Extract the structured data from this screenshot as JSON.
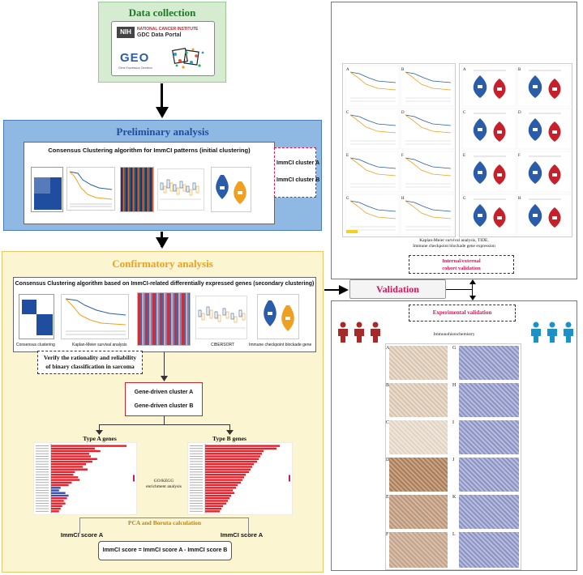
{
  "data_collection": {
    "title": "Data collection",
    "nih_badge": "NIH",
    "nci_line1": "NATIONAL CANCER INSTITUTE",
    "nci_line2": "GDC Data Portal",
    "geo_logo": "GEO",
    "geo_sub": "Gene Expression Omnibus"
  },
  "preliminary": {
    "title": "Preliminary analysis",
    "subtitle": "Consensus Clustering algorithm for ImmCI patterns (initial clustering)",
    "cluster_a": "ImmCI cluster A",
    "cluster_b": "ImmCI cluster B"
  },
  "confirmatory": {
    "title": "Confirmatory analysis",
    "subtitle": "Consensus Clustering algorithm based on ImmCI-related differentially expressed genes (secondary clustering)",
    "captions": [
      "Consensus clustering",
      "Kaplan-Meier survival analysis",
      "CIBERSORT",
      "Immune checkpoint blockade gene"
    ],
    "verify_line1": "Verify the rationality and reliability",
    "verify_line2": "of binary classification in sarcoma",
    "gene_a": "Gene-driven cluster A",
    "gene_b": "Gene-driven cluster B",
    "type_a": "Type A genes",
    "type_b": "Type B genes",
    "go_line1": "GO/KEGG",
    "go_line2": "enrichment analysis",
    "pca": "PCA and Boruta calculation",
    "score_a": "ImmCI score A",
    "score_b": "ImmCI score A",
    "formula": "ImmCI score = ImmCI score A - ImmCI score B"
  },
  "validation": {
    "label": "Validation",
    "km_caption_line1": "Kaplan-Meier survival analysis, TIDE,",
    "km_caption_line2": "Immune checkpoint blockade gene expression",
    "cohort_line1": "Internal/external",
    "cohort_line2": "cohort validation",
    "experimental": "Experimental validation",
    "ihc": "Immunohistochemistry",
    "ihc_left": [
      "A",
      "B",
      "C",
      "D",
      "E",
      "F"
    ],
    "ihc_right": [
      "G",
      "H",
      "I",
      "J",
      "K",
      "L"
    ],
    "km_panels": [
      "A",
      "B",
      "C",
      "D",
      "E",
      "F",
      "G",
      "H"
    ],
    "violin_panels": [
      "A",
      "B",
      "C",
      "D",
      "E",
      "F",
      "G",
      "H"
    ]
  },
  "chart_data": {
    "type": "bar",
    "type_a_bars": [
      0.95,
      0.55,
      0.62,
      0.48,
      0.5,
      0.58,
      0.52,
      0.44,
      0.4,
      0.46,
      0.3,
      0.28,
      0.34,
      0.36,
      0.26,
      0.22,
      0.12,
      0.1,
      0.18,
      0.22,
      0.2,
      0.16,
      0.18,
      0.14,
      0.12,
      0.1
    ],
    "type_b_bars": [
      0.92,
      0.88,
      0.72,
      0.7,
      0.68,
      0.66,
      0.64,
      0.6,
      0.58,
      0.56,
      0.54,
      0.5,
      0.48,
      0.46,
      0.44,
      0.4,
      0.38,
      0.34,
      0.36,
      0.32,
      0.3,
      0.28,
      0.26,
      0.22,
      0.2,
      0.18
    ]
  },
  "colors": {
    "data_collection_bg": "#d5ecd1",
    "preliminary_bg": "#8fb8e2",
    "preliminary_title": "#1f4ea0",
    "confirmatory_bg": "#fcf5d2",
    "confirmatory_title": "#f0a020",
    "validation_text": "#d4145a",
    "bar_red": "#e8202a",
    "bar_blue": "#3a4fb0",
    "violin_blue": "#2a5caa",
    "violin_orange": "#f0a020",
    "violin_red": "#c8202a"
  }
}
